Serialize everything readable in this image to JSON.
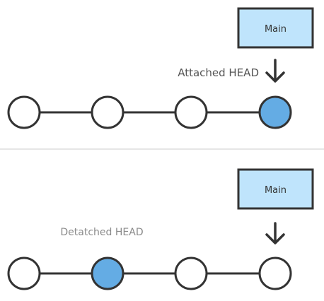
{
  "colors": {
    "stroke": "#333333",
    "highlight_fill": "#64ace4",
    "box_fill": "#bfe4fc",
    "label_dark": "#555555",
    "label_light": "#8a8a8a",
    "divider": "#dddddd"
  },
  "top_panel": {
    "branch_label": "Main",
    "head_label": "Attached HEAD",
    "highlighted_commit": 3
  },
  "bottom_panel": {
    "branch_label": "Main",
    "head_label": "Detatched HEAD",
    "highlighted_commit": 1
  },
  "icons": {
    "arrow": "arrow-down-icon"
  }
}
